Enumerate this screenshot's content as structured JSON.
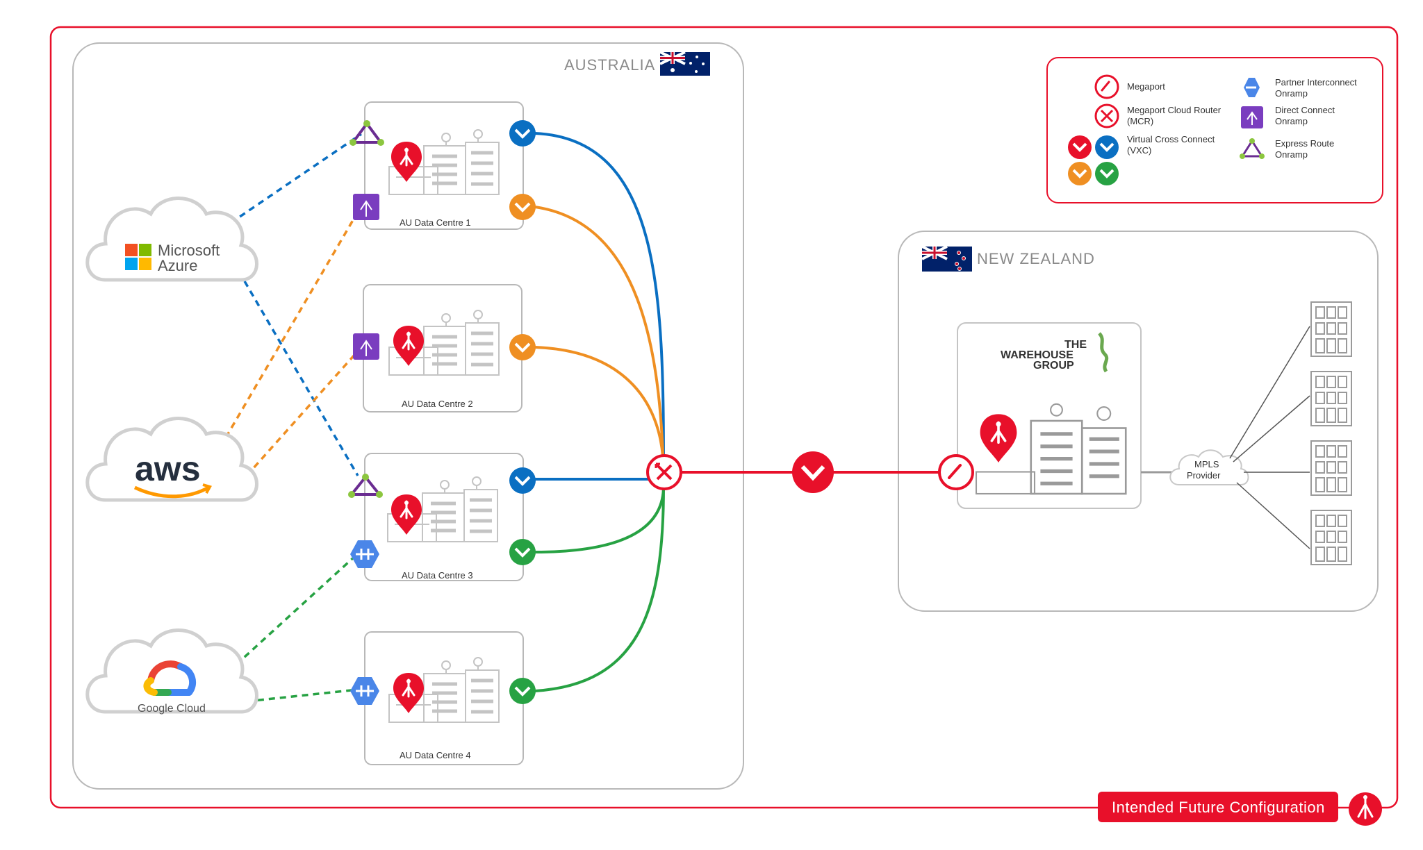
{
  "regions": {
    "australia": "AUSTRALIA",
    "new_zealand": "NEW ZEALAND"
  },
  "datacentres": [
    "AU Data Centre 1",
    "AU Data Centre 2",
    "AU Data Centre 3",
    "AU Data Centre 4"
  ],
  "clouds": {
    "azure_line1": "Microsoft",
    "azure_line2": "Azure",
    "aws": "aws",
    "google": "Google Cloud"
  },
  "mpls": {
    "line1": "MPLS",
    "line2": "Provider"
  },
  "warehouse": {
    "line1": "THE",
    "line2": "WAREHOUSE",
    "line3": "GROUP"
  },
  "legend": {
    "megaport": "Megaport",
    "mcr_line1": "Megaport Cloud Router",
    "mcr_line2": "(MCR)",
    "vxc_line1": "Virtual Cross Connect",
    "vxc_line2": "(VXC)",
    "partner_line1": "Partner Interconnect",
    "partner_line2": "Onramp",
    "direct_line1": "Direct Connect",
    "direct_line2": "Onramp",
    "express_line1": "Express Route",
    "express_line2": "Onramp"
  },
  "banner": "Intended Future Configuration",
  "colors": {
    "megaport_red": "#e8102a",
    "vxc_blue": "#0a6fc2",
    "vxc_orange": "#ef8f22",
    "vxc_green": "#27a243",
    "direct_purple": "#7a3dbf",
    "partner_blue": "#4a86e8",
    "express_green": "#8cc63f",
    "express_purple": "#6a2c91"
  },
  "icons": [
    "megaport-pin-icon",
    "mcr-icon",
    "vxc-chevron-icon",
    "direct-connect-icon",
    "partner-interconnect-icon",
    "express-route-icon",
    "building-icon"
  ]
}
